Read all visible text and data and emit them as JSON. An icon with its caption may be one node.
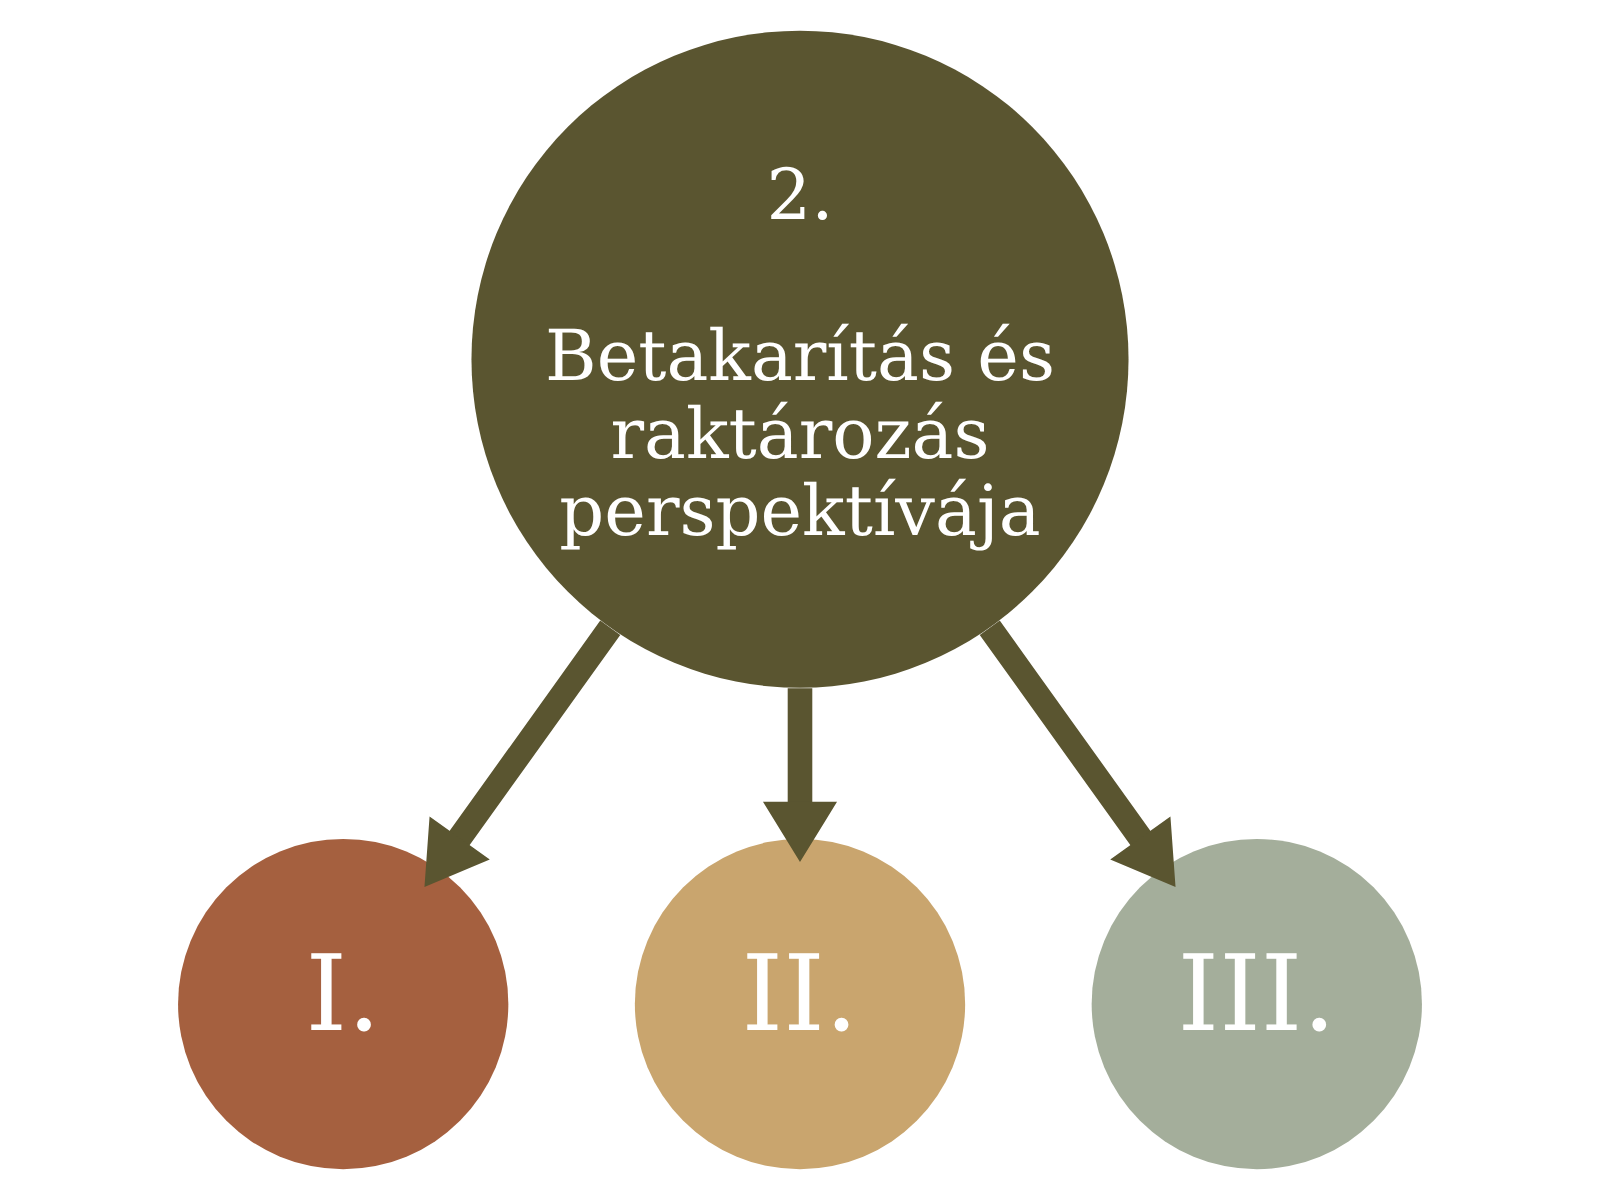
{
  "diagram": {
    "nodes": [
      {
        "text": [
          "2.",
          "Betakarítás és raktározás perspektívája"
        ]
      },
      {
        "text": [
          "I."
        ]
      },
      {
        "text": [
          "II."
        ]
      },
      {
        "text": [
          "III."
        ]
      }
    ],
    "edges": [
      {
        "from": 0,
        "to": 1,
        "arrow": "to"
      },
      {
        "from": 0,
        "to": 2,
        "arrow": "to"
      },
      {
        "from": 0,
        "to": 3,
        "arrow": "to"
      }
    ]
  }
}
